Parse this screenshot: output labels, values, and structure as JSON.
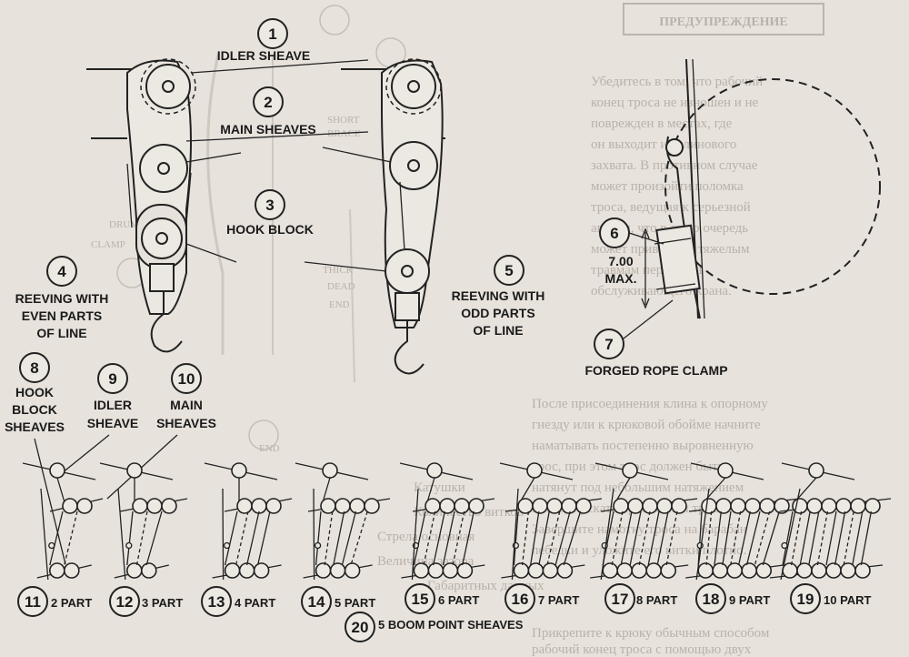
{
  "labels": {
    "idler_sheave": "IDLER SHEAVE",
    "main_sheaves": "MAIN SHEAVES",
    "hook_block": "HOOK BLOCK",
    "reeving_even_1": "REEVING WITH",
    "reeving_even_2": "EVEN PARTS",
    "reeving_even_3": "OF LINE",
    "reeving_odd_1": "REEVING WITH",
    "reeving_odd_2": "ODD PARTS",
    "reeving_odd_3": "OF LINE",
    "dim_value": "7.00",
    "dim_max": "MAX.",
    "forged_rope_clamp": "FORGED ROPE CLAMP",
    "hook_block_sheaves_1": "HOOK",
    "hook_block_sheaves_2": "BLOCK",
    "hook_block_sheaves_3": "SHEAVES",
    "idler_sheave_2a": "IDLER",
    "idler_sheave_2b": "SHEAVE",
    "main_sheaves_2a": "MAIN",
    "main_sheaves_2b": "SHEAVES",
    "boom_point": "5 BOOM POINT SHEAVES"
  },
  "callouts": {
    "c1": "1",
    "c2": "2",
    "c3": "3",
    "c4": "4",
    "c5": "5",
    "c6": "6",
    "c7": "7",
    "c8": "8",
    "c9": "9",
    "c10": "10",
    "c11": "11",
    "c12": "12",
    "c13": "13",
    "c14": "14",
    "c15": "15",
    "c16": "16",
    "c17": "17",
    "c18": "18",
    "c19": "19",
    "c20": "20"
  },
  "parts": {
    "p11": "2 PART",
    "p12": "3 PART",
    "p13": "4 PART",
    "p14": "5 PART",
    "p15": "6 PART",
    "p16": "7 PART",
    "p17": "8 PART",
    "p18": "9 PART",
    "p19": "10 PART"
  },
  "background_text": {
    "stamp": "ПРЕДУПРЕЖДЕНИЕ",
    "lines": [
      "Убедитесь в том, что рабочий",
      "конец троса не изношен и не",
      "поврежден в местах, где",
      "он выходит из клинового",
      "захвата. В противном случае",
      "может произойти поломка",
      "троса, ведущая к серьезной",
      "аварии, что в свою очередь",
      "может привести к тяжелым",
      "травмам персонала",
      "обслуживающего крана."
    ],
    "para2": [
      "После присоединения клина к опорному",
      "гнезду или к крюковой обойме начните",
      "наматывать постепенно выровненную",
      "трос, при этом трос должен быть",
      "натянут под небольшим натяжением",
      "и не допускать провисания троса.",
      "Завершите намотку троса на барабан",
      "лебедки и уложите его витки плотно."
    ],
    "bottom": [
      "Катушки",
      "Количество витков",
      "Стрела основная",
      "Величина зазора",
      "Габаритных данных",
      "Прикрепите к крюку обычным способом",
      "рабочий конец троса с помощью двух"
    ],
    "ghost_left": [
      "SHORT",
      "BRACE",
      "DRUM",
      "CLAMP",
      "THICK",
      "DEAD",
      "END",
      "END"
    ]
  }
}
